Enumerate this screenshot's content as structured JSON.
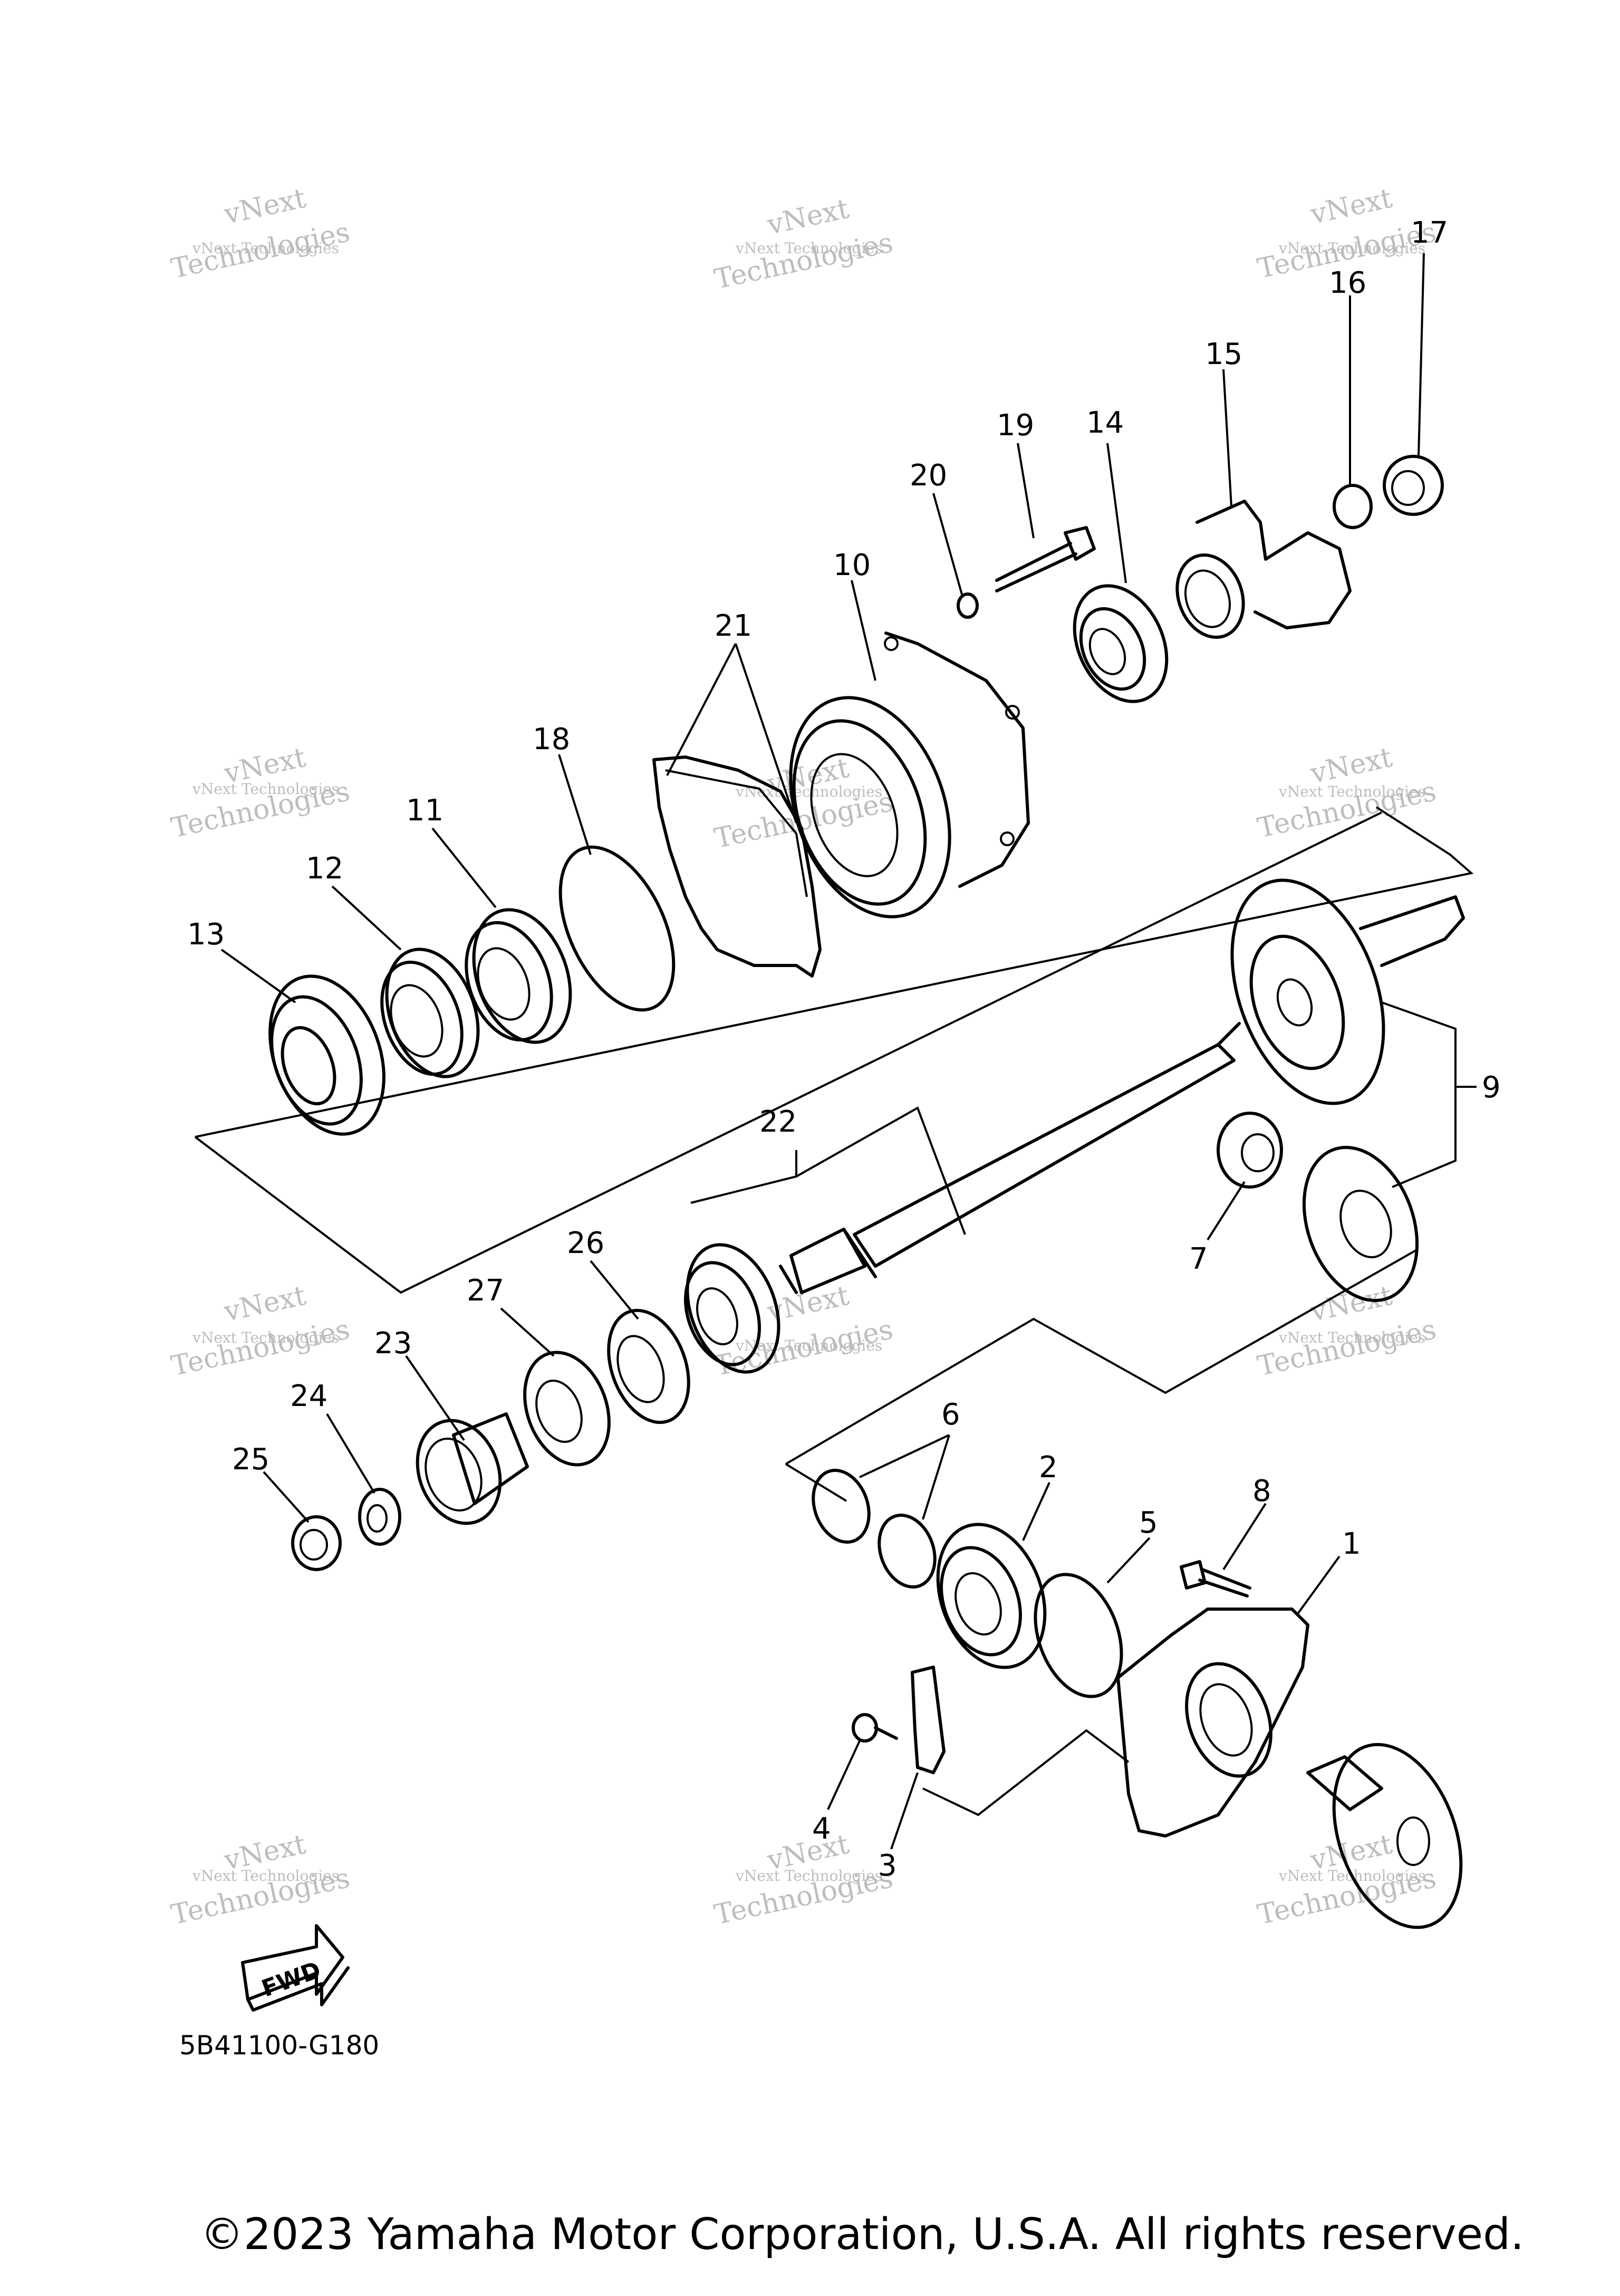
{
  "diagram": {
    "part_code": "5B41100-G180",
    "copyright": "©2023 Yamaha Motor Corporation, U.S.A. All rights reserved.",
    "fwd_label": "FWD",
    "watermark": {
      "line1": "vNext Technologies",
      "line2": "vNext",
      "line3": "Technologies"
    },
    "callouts": [
      "1",
      "2",
      "3",
      "4",
      "5",
      "6",
      "7",
      "8",
      "9",
      "10",
      "11",
      "12",
      "13",
      "14",
      "15",
      "16",
      "17",
      "18",
      "19",
      "20",
      "21",
      "22",
      "23",
      "24",
      "25",
      "26",
      "27"
    ]
  }
}
